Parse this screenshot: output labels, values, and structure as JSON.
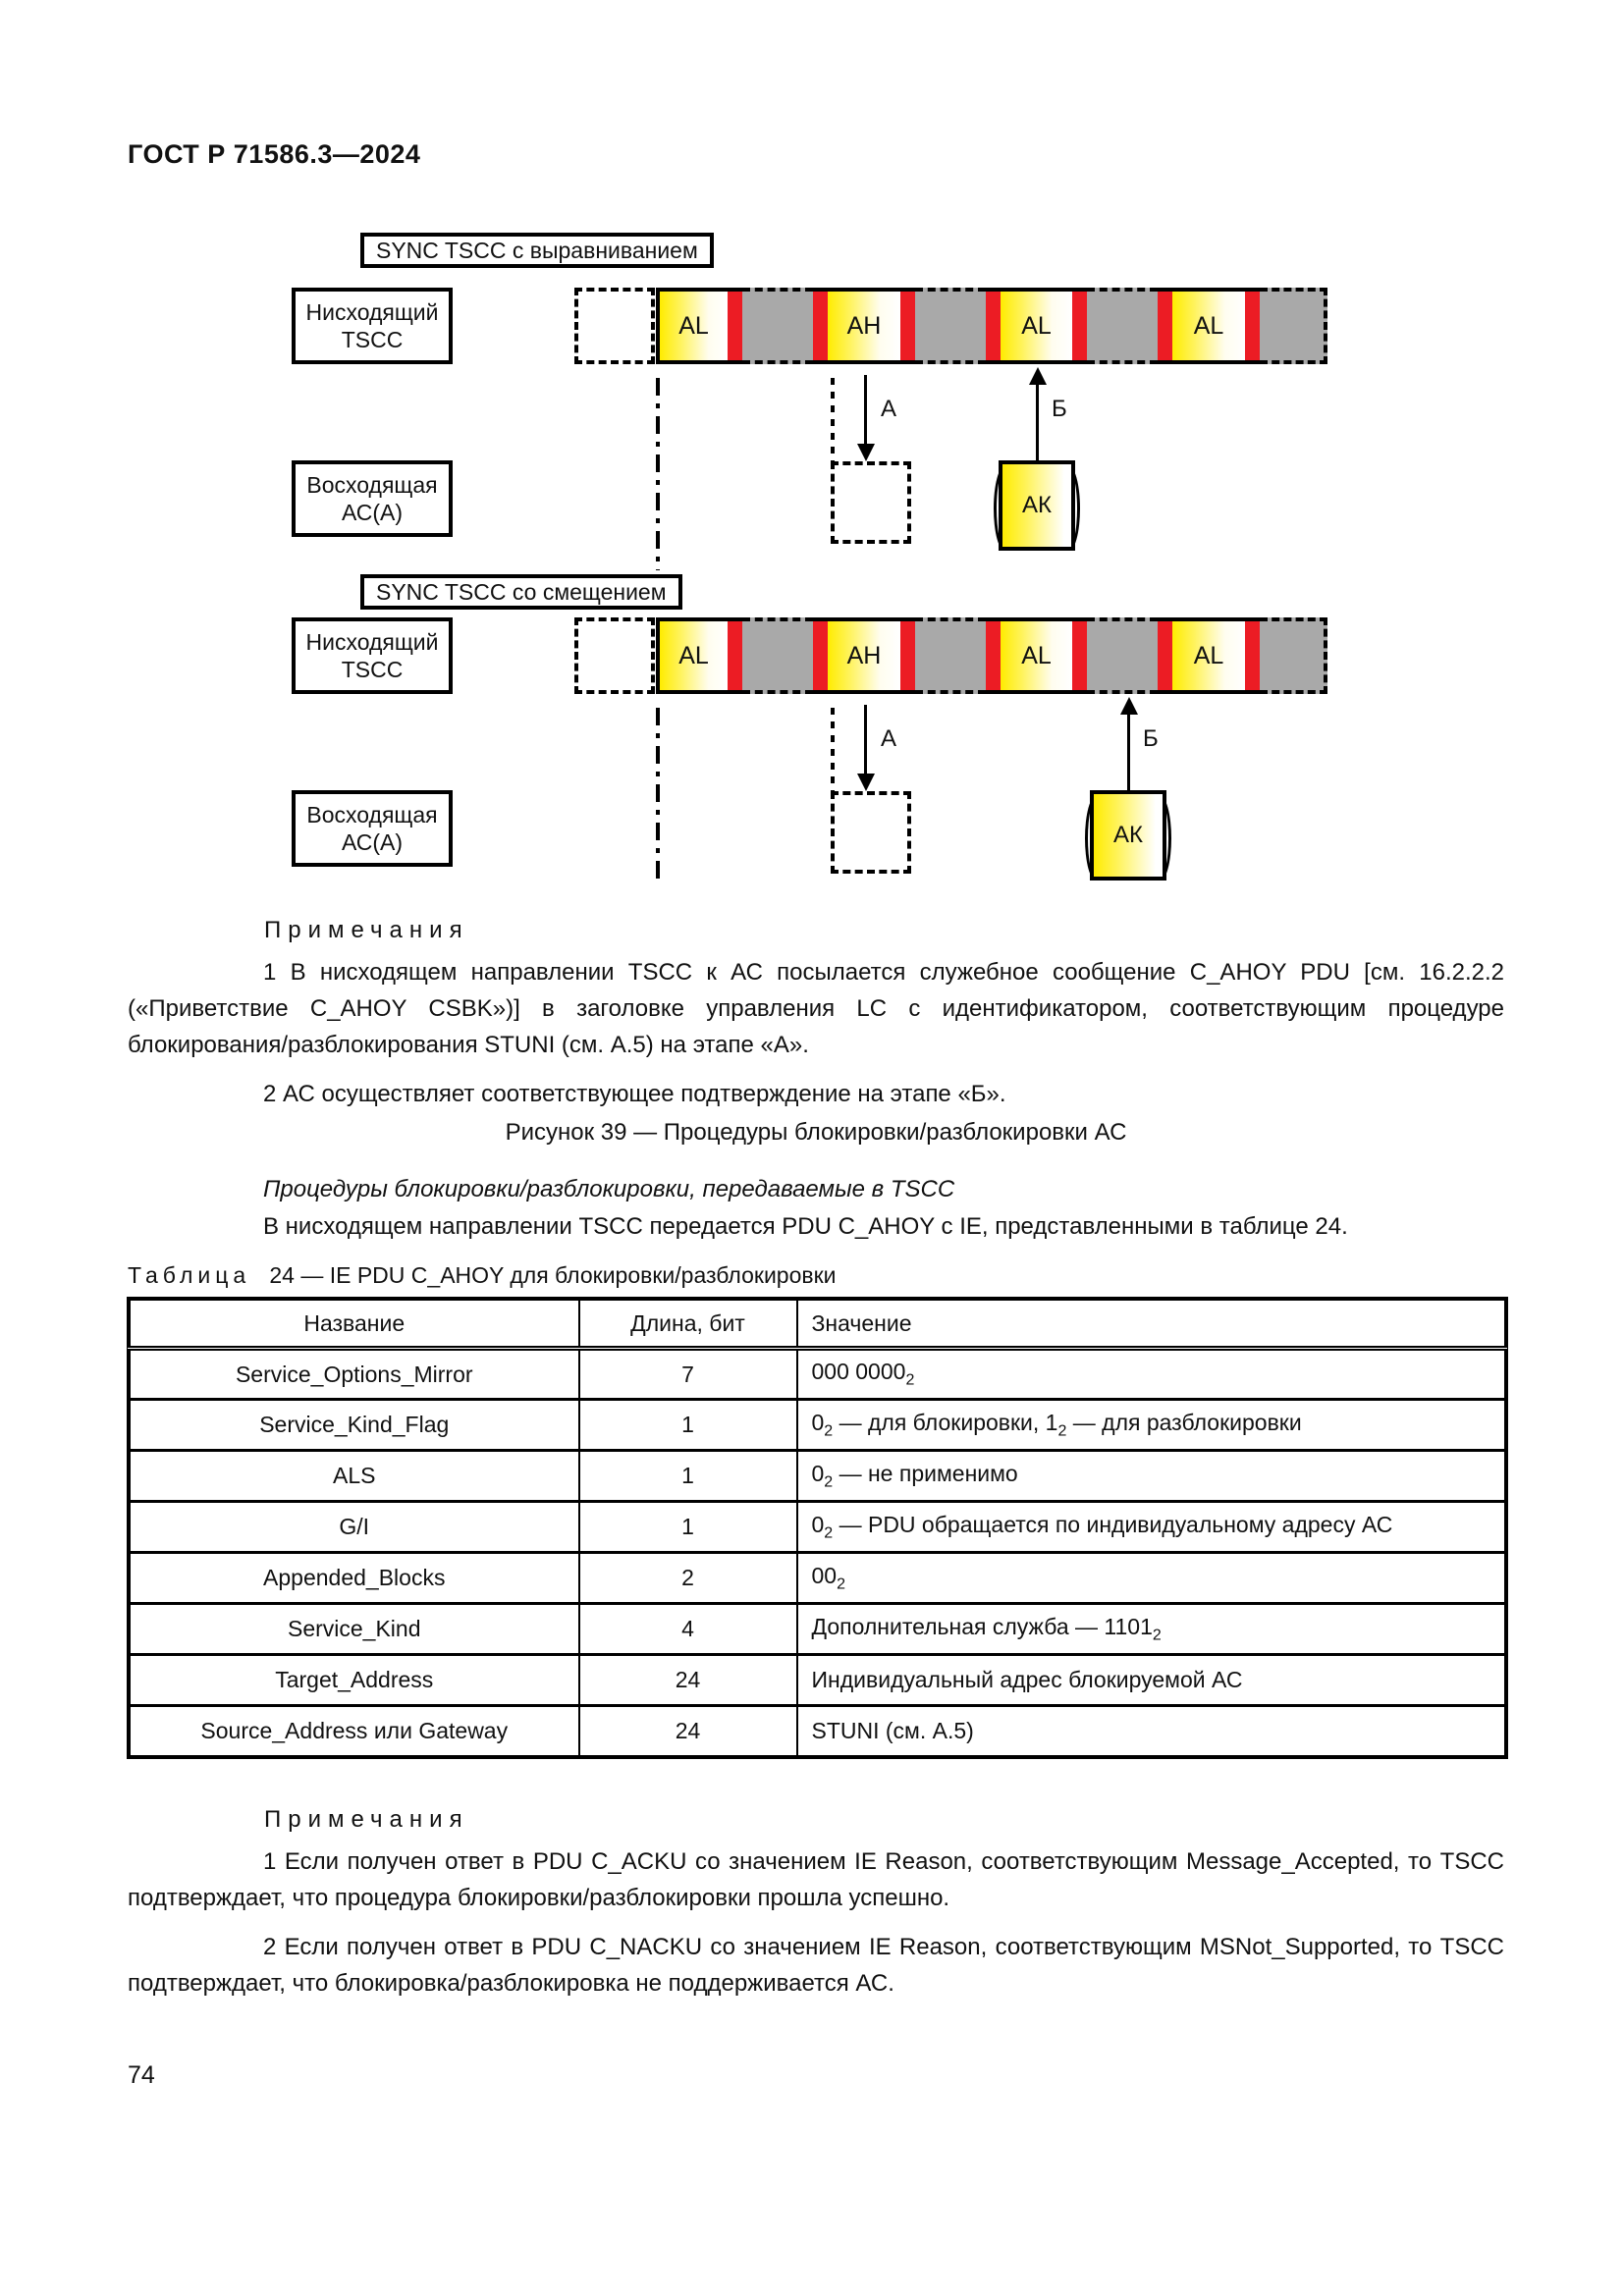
{
  "page": {
    "header_code": "ГОСТ Р 71586.3—2024",
    "page_number": "74"
  },
  "figure": {
    "caption": "Рисунок 39 — Процедуры блокировки/разблокировки АС",
    "colors": {
      "slot_fill": "#ffec00",
      "sync_stripe": "#ec1c24",
      "idle_fill": "#a9a9a9"
    },
    "diagram_aligned": {
      "title": "SYNC TSCC с выравниванием",
      "downlink_line1": "Нисходящий",
      "downlink_line2": "TSCC",
      "uplink_line1": "Восходящая",
      "uplink_line2": "АС(А)",
      "slots": [
        "AL",
        "AH",
        "AL",
        "AL"
      ],
      "step_down": "А",
      "step_up": "Б",
      "ack": "АК"
    },
    "diagram_offset": {
      "title": "SYNC TSCC со смещением",
      "downlink_line1": "Нисходящий",
      "downlink_line2": "TSCC",
      "uplink_line1": "Восходящая",
      "uplink_line2": "АС(А)",
      "slots": [
        "AL",
        "AH",
        "AL",
        "AL"
      ],
      "step_down": "А",
      "step_up": "Б",
      "ack": "АК"
    }
  },
  "notes_figure": {
    "heading": "Примечания",
    "items": [
      "1 В нисходящем направлении TSCC к АС посылается служебное сообщение C_AHOY PDU [см. 16.2.2.2 («Приветствие C_AHOY CSBK»)] в заголовке управления LC с идентификатором, соответствующим процедуре блокирования/разблокирования STUNI (см. А.5) на этапе «А».",
      "2 АС осуществляет соответствующее подтверждение на этапе «Б»."
    ]
  },
  "section": {
    "heading_italic": "Процедуры блокировки/разблокировки, передаваемые в TSCC",
    "paragraph": "В нисходящем направлении TSCC передается PDU C_AHOY с IE, представленными в таблице 24."
  },
  "table": {
    "caption_word": "Таблица",
    "caption_rest": "24 — IE PDU C_AHOY для блокировки/разблокировки",
    "columns": [
      "Название",
      "Длина, бит",
      "Значение"
    ],
    "rows": [
      [
        "Service_Options_Mirror",
        "7",
        "000 0000₂"
      ],
      [
        "Service_Kind_Flag",
        "1",
        "0₂ — для блокировки, 1₂ — для разблокировки"
      ],
      [
        "ALS",
        "1",
        "0₂ — не применимо"
      ],
      [
        "G/I",
        "1",
        "0₂ — PDU обращается по индивидуальному адресу АС"
      ],
      [
        "Appended_Blocks",
        "2",
        "00₂"
      ],
      [
        "Service_Kind",
        "4",
        "Дополнительная служба — 1101₂"
      ],
      [
        "Target_Address",
        "24",
        "Индивидуальный адрес блокируемой АС"
      ],
      [
        "Source_Address или Gateway",
        "24",
        "STUNI (см. А.5)"
      ]
    ]
  },
  "notes_table": {
    "heading": "Примечания",
    "items": [
      "1 Если получен ответ в PDU C_ACKU со значением IE Reason, соответствующим Message_Accepted, то TSCC подтверждает, что процедура блокировки/разблокировки прошла успешно.",
      "2 Если получен ответ в PDU C_NACKU со значением IE Reason, соответствующим MSNot_Supported, то TSCC подтверждает, что блокировка/разблокировка не поддерживается АС."
    ]
  }
}
